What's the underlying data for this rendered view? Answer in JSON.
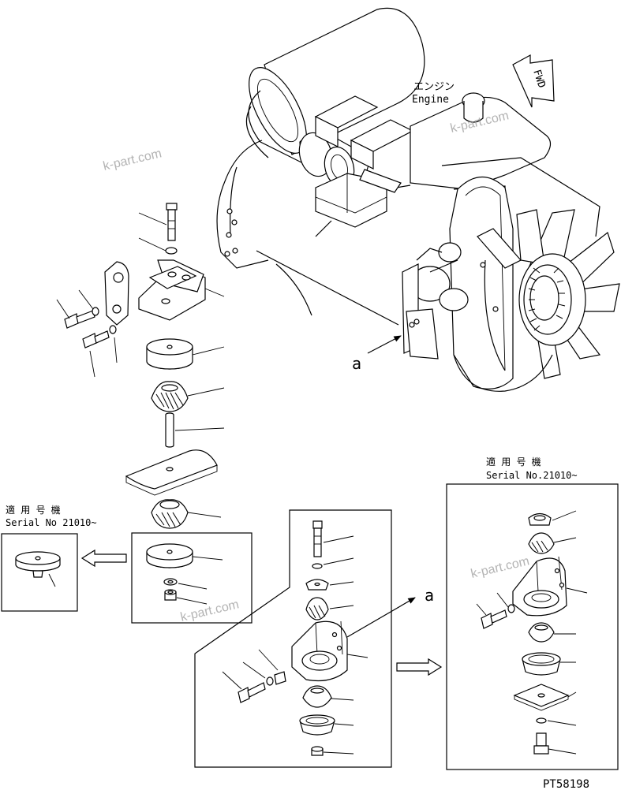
{
  "labels": {
    "engine_jp": "エンジン",
    "engine_en": "Engine",
    "fwd": "FWD",
    "callout_a_main": "a",
    "callout_a_inset": "a",
    "serial_left_jp": "適 用 号 機",
    "serial_left_en": "Serial No 21010~",
    "serial_right_jp": "適 用 号 機",
    "serial_right_en": "Serial No.21010~",
    "drawing_no": "PT58198"
  },
  "watermarks": [
    "k-part.com",
    "k-part.com",
    "k-part.com",
    "k-part.com"
  ]
}
